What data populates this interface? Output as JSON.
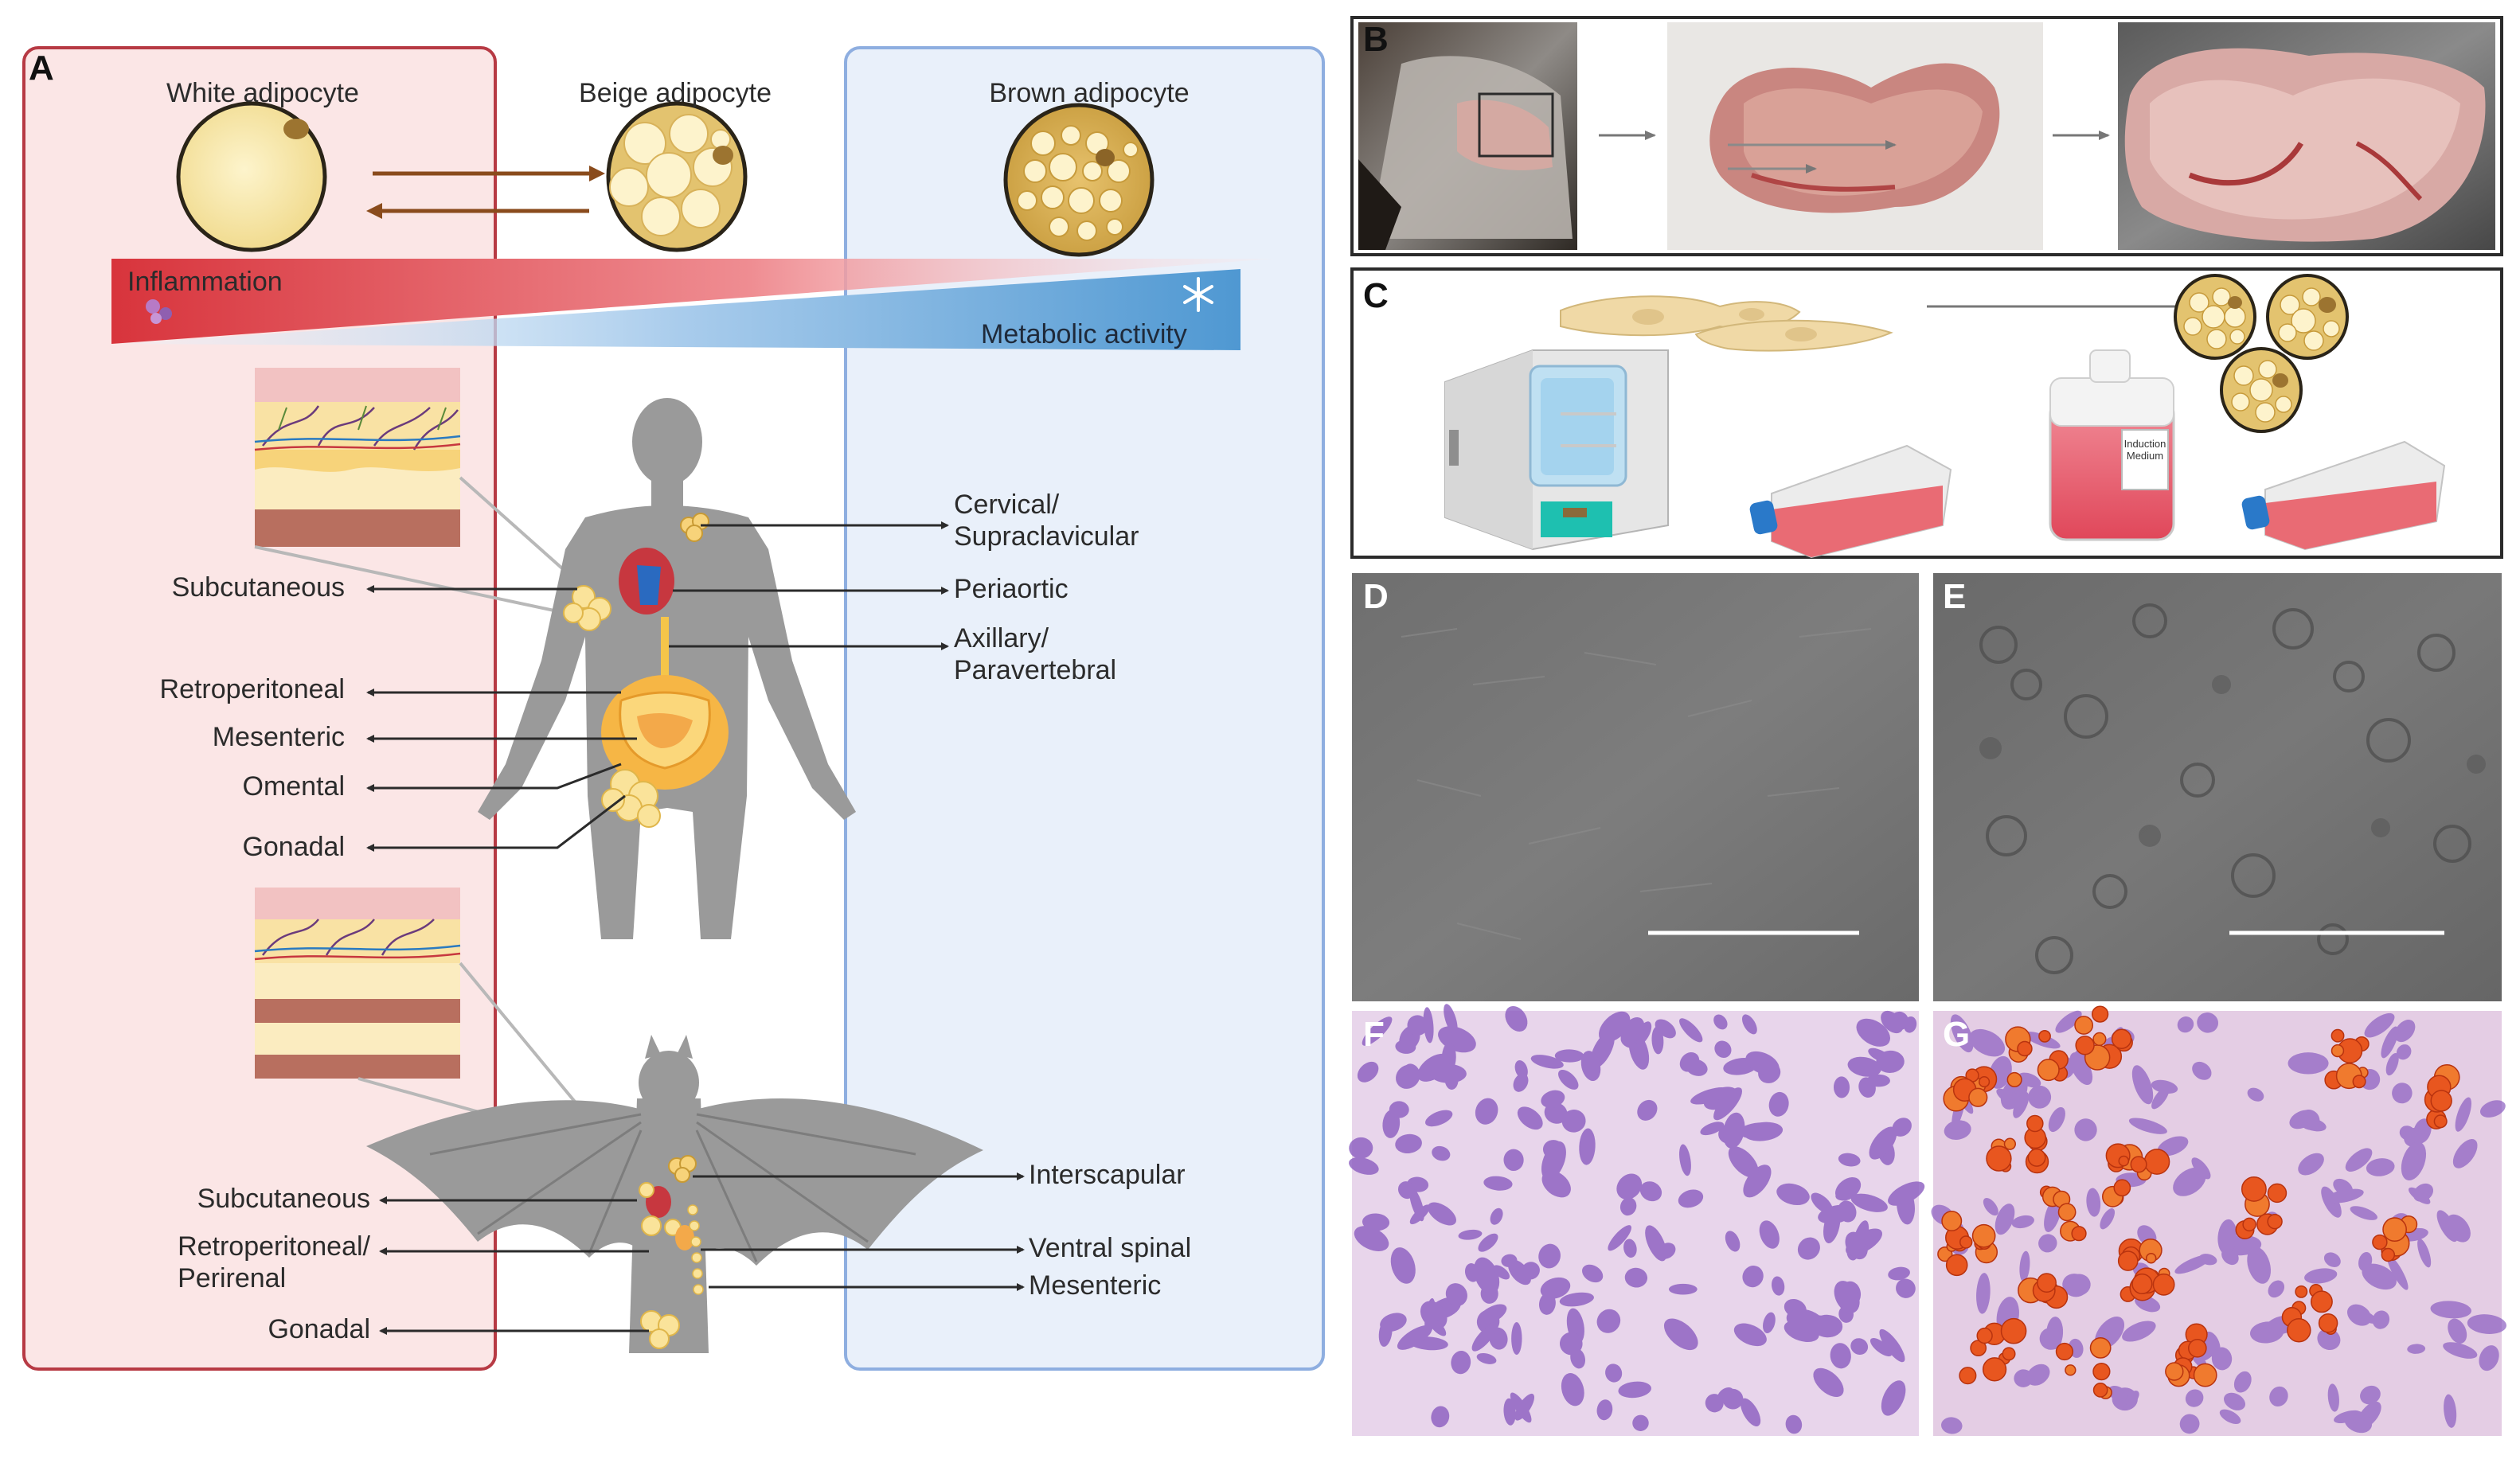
{
  "panels": {
    "A": "A",
    "B": "B",
    "C": "C",
    "D": "D",
    "E": "E",
    "F": "F",
    "G": "G"
  },
  "adipocytes": {
    "white": "White adipocyte",
    "beige": "Beige adipocyte",
    "brown": "Brown adipocyte"
  },
  "gradient": {
    "left_label": "Inflammation",
    "right_label": "Metabolic activity"
  },
  "human": {
    "left_labels": [
      "Subcutaneous",
      "Retroperitoneal",
      "Mesenteric",
      "Omental",
      "Gonadal"
    ],
    "right_labels": [
      {
        "line1": "Cervical/",
        "line2": "Supraclavicular"
      },
      {
        "line1": "Periaortic",
        "line2": ""
      },
      {
        "line1": "Axillary/",
        "line2": "Paravertebral"
      }
    ]
  },
  "bat": {
    "left_labels": [
      {
        "line1": "Subcutaneous",
        "line2": ""
      },
      {
        "line1": "Retroperitoneal/",
        "line2": "Perirenal"
      },
      {
        "line1": "Gonadal",
        "line2": ""
      }
    ],
    "right_labels": [
      "Interscapular",
      "Ventral spinal",
      "Mesenteric"
    ]
  },
  "culture": {
    "bottle_label_line1": "Induction",
    "bottle_label_line2": "Medium"
  },
  "colors": {
    "white_zone_fill": "#fbe6e6",
    "white_zone_border": "#b73a44",
    "brown_zone_fill": "#e9f0fa",
    "brown_zone_border": "#8eaee0",
    "inflammation_red": "#d8343c",
    "metabolic_blue": "#4f98d2",
    "arrow_brown": "#8a4b1c",
    "silhouette_gray": "#9a9a9a"
  }
}
